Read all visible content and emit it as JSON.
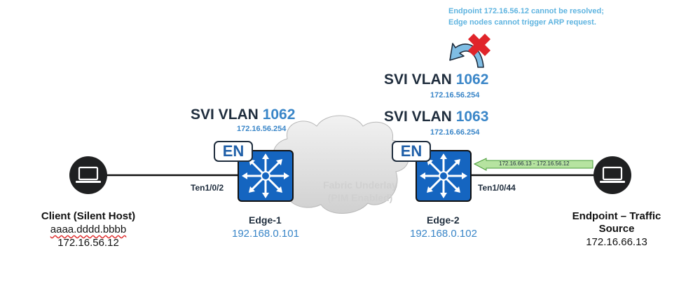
{
  "note": {
    "line1": "Endpoint 172.16.56.12 cannot be resolved;",
    "line2": "Edge nodes cannot trigger ARP request."
  },
  "cloud": {
    "line1": "Fabric Underlay",
    "line2": "(PIM Enabled)"
  },
  "edge1": {
    "badge": "EN",
    "svi_prefix": "SVI VLAN",
    "svi_vlan": "1062",
    "svi_ip": "172.16.56.254",
    "name": "Edge-1",
    "ip": "192.168.0.101",
    "port": "Ten1/0/2"
  },
  "edge2": {
    "badge": "EN",
    "svi1_prefix": "SVI VLAN",
    "svi1_vlan": "1062",
    "svi1_ip": "172.16.56.254",
    "svi2_prefix": "SVI VLAN",
    "svi2_vlan": "1063",
    "svi2_ip": "172.16.66.254",
    "name": "Edge-2",
    "ip": "192.168.0.102",
    "port": "Ten1/0/44"
  },
  "client": {
    "title": "Client (Silent Host)",
    "mac": "aaaa.dddd.bbbb",
    "ip": "172.16.56.12"
  },
  "endpoint": {
    "title_line1": "Endpoint – Traffic",
    "title_line2": "Source",
    "ip": "172.16.66.13"
  },
  "flow_label": "172.16.66.13 - 172.16.56.12",
  "colors": {
    "switch_blue": "#1565c0",
    "node_dark": "#1f2d3d",
    "label_blue": "#3a86c8",
    "note_blue": "#5fb4e0",
    "flow_green": "#b6e3a0",
    "fail_red": "#e0242a"
  }
}
